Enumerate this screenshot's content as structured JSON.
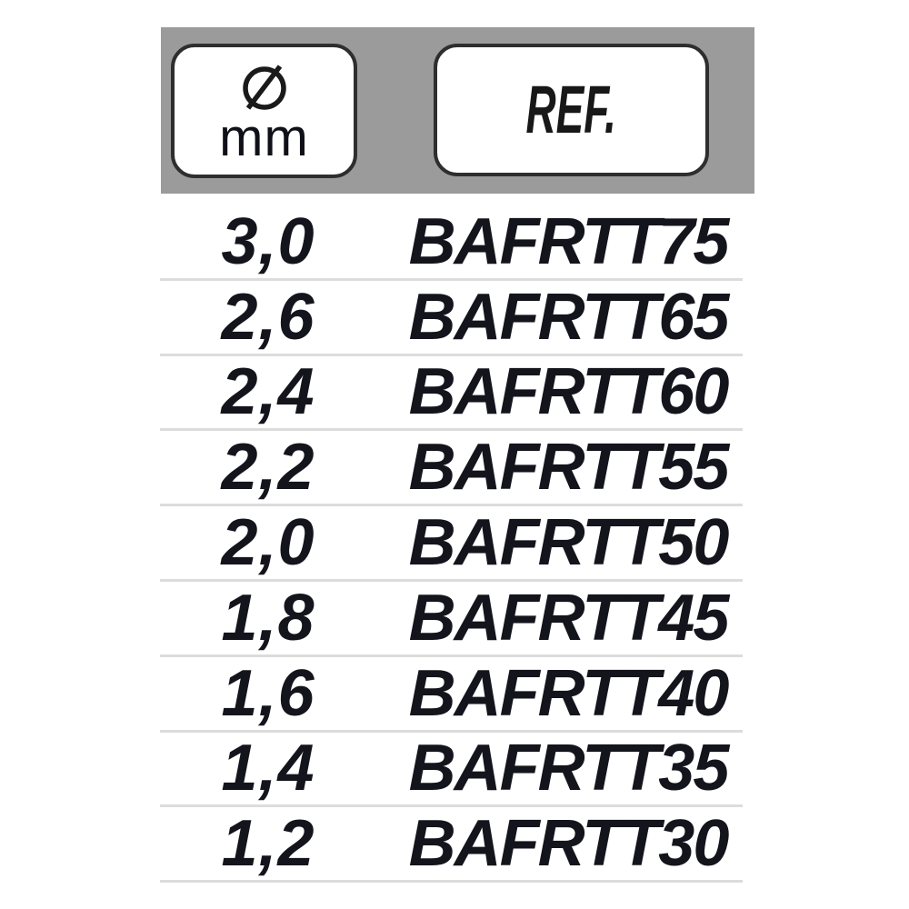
{
  "page": {
    "background_color": "#ffffff",
    "header_band_color": "#9b9b9b",
    "box_border_color": "#2e2e2e",
    "divider_color": "#dcdcdc",
    "text_color": "#14141c"
  },
  "header": {
    "diameter_column": {
      "symbol": "Ø",
      "symbol_icon": "diameter-circle-slash-icon",
      "unit": "mm"
    },
    "ref_column": {
      "label": "REF."
    }
  },
  "table": {
    "rows": [
      {
        "diameter_mm": "3,0",
        "ref": "BAFRTT75"
      },
      {
        "diameter_mm": "2,6",
        "ref": "BAFRTT65"
      },
      {
        "diameter_mm": "2,4",
        "ref": "BAFRTT60"
      },
      {
        "diameter_mm": "2,2",
        "ref": "BAFRTT55"
      },
      {
        "diameter_mm": "2,0",
        "ref": "BAFRTT50"
      },
      {
        "diameter_mm": "1,8",
        "ref": "BAFRTT45"
      },
      {
        "diameter_mm": "1,6",
        "ref": "BAFRTT40"
      },
      {
        "diameter_mm": "1,4",
        "ref": "BAFRTT35"
      },
      {
        "diameter_mm": "1,2",
        "ref": "BAFRTT30"
      }
    ]
  }
}
